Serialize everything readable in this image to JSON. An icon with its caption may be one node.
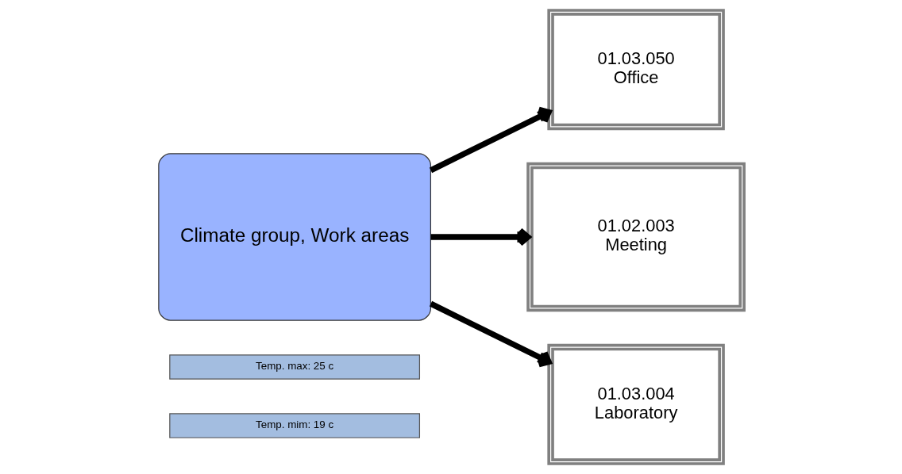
{
  "diagram": {
    "nodes": [
      {
        "text": [
          "Climate group, Work areas"
        ]
      },
      {
        "text": [
          "Temp. max: 25 c"
        ]
      },
      {
        "text": [
          "Temp. mim: 19 c"
        ]
      },
      {
        "text": [
          "01.03.050",
          "Office"
        ]
      },
      {
        "text": [
          "01.02.003",
          "Meeting"
        ]
      },
      {
        "text": [
          "01.03.004",
          "Laboratory"
        ]
      }
    ],
    "edges": [
      {
        "from": 0,
        "to": 3,
        "arrow": "to"
      },
      {
        "from": 0,
        "to": 4,
        "arrow": "to"
      },
      {
        "from": 0,
        "to": 5,
        "arrow": "to"
      }
    ]
  }
}
